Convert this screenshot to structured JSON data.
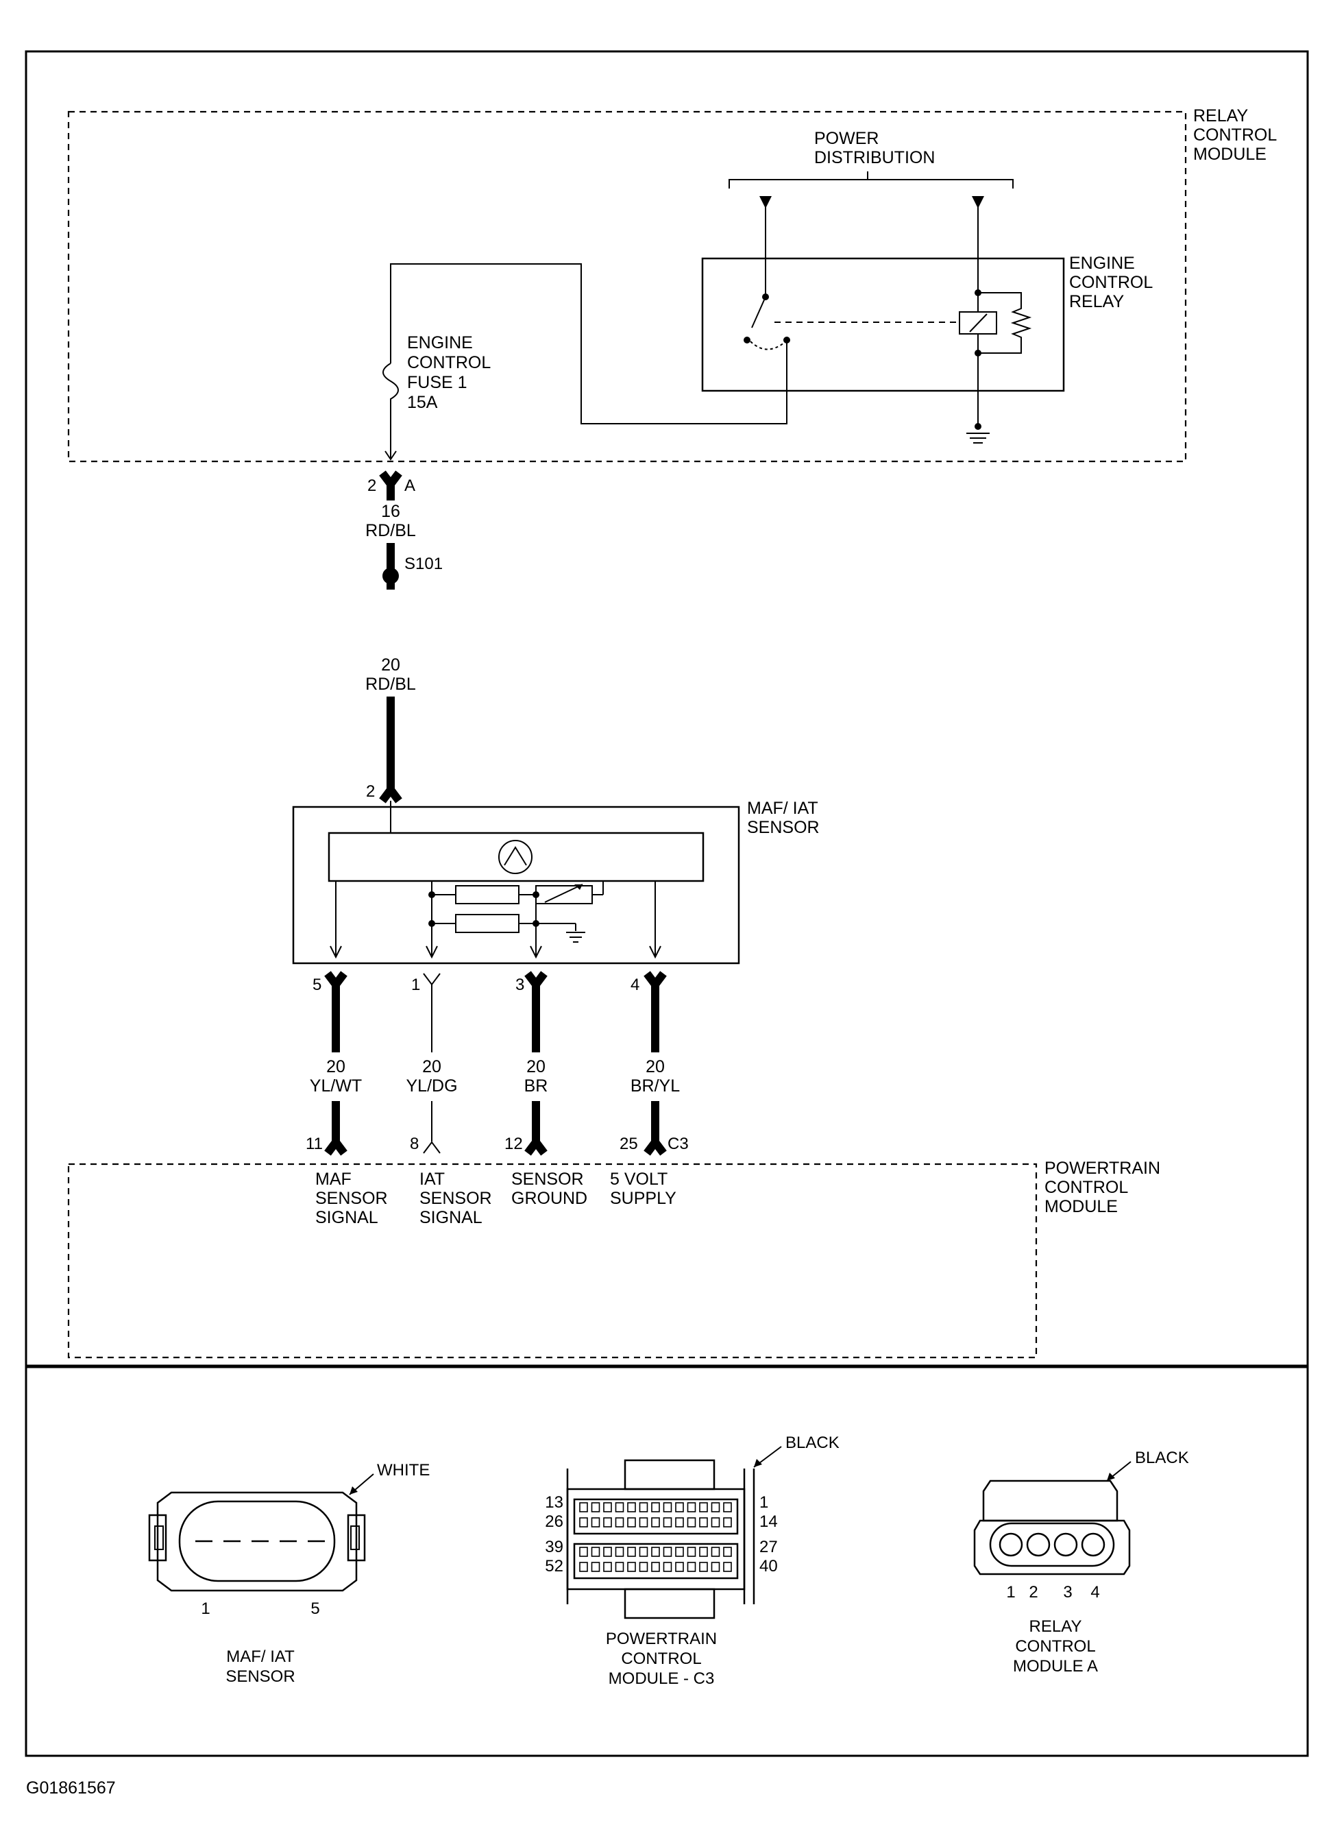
{
  "relay_module": {
    "line1": "RELAY",
    "line2": "CONTROL",
    "line3": "MODULE"
  },
  "power_distribution": {
    "line1": "POWER",
    "line2": "DISTRIBUTION"
  },
  "engine_control_relay": {
    "line1": "ENGINE",
    "line2": "CONTROL",
    "line3": "RELAY"
  },
  "fuse": {
    "line1": "ENGINE",
    "line2": "CONTROL",
    "line3": "FUSE 1",
    "line4": "15A"
  },
  "connector_a": {
    "pin": "2",
    "name": "A"
  },
  "wire_upper": {
    "gauge": "16",
    "color": "RD/BL"
  },
  "splice": {
    "name": "S101"
  },
  "wire_lower": {
    "gauge": "20",
    "color": "RD/BL"
  },
  "maf_sensor": {
    "pin": "2",
    "line1": "MAF/ IAT",
    "line2": "SENSOR"
  },
  "sensor_wires": [
    {
      "sensor_pin": "5",
      "gauge": "20",
      "color": "YL/WT",
      "pcm_pin": "11",
      "l1": "MAF",
      "l2": "SENSOR",
      "l3": "SIGNAL"
    },
    {
      "sensor_pin": "1",
      "gauge": "20",
      "color": "YL/DG",
      "pcm_pin": "8",
      "l1": "IAT",
      "l2": "SENSOR",
      "l3": "SIGNAL"
    },
    {
      "sensor_pin": "3",
      "gauge": "20",
      "color": "BR",
      "pcm_pin": "12",
      "l1": "SENSOR",
      "l2": "GROUND",
      "l3": ""
    },
    {
      "sensor_pin": "4",
      "gauge": "20",
      "color": "BR/YL",
      "pcm_pin": "25",
      "l1": "5 VOLT",
      "l2": "SUPPLY",
      "l3": ""
    }
  ],
  "pcm_connector_name": "C3",
  "pcm": {
    "line1": "POWERTRAIN",
    "line2": "CONTROL",
    "line3": "MODULE"
  },
  "connector_views": {
    "maf": {
      "color": "WHITE",
      "pin_left": "1",
      "pin_right": "5",
      "line1": "MAF/ IAT",
      "line2": "SENSOR"
    },
    "pcm": {
      "color": "BLACK",
      "rows": [
        "13",
        "26",
        "39",
        "52"
      ],
      "rows_right": [
        "1",
        "14",
        "27",
        "40"
      ],
      "line1": "POWERTRAIN",
      "line2": "CONTROL",
      "line3": "MODULE - C3"
    },
    "relay": {
      "color": "BLACK",
      "pins": [
        "1",
        "2",
        "3",
        "4"
      ],
      "line1": "RELAY",
      "line2": "CONTROL",
      "line3": "MODULE A"
    }
  },
  "figure_id": "G01861567"
}
